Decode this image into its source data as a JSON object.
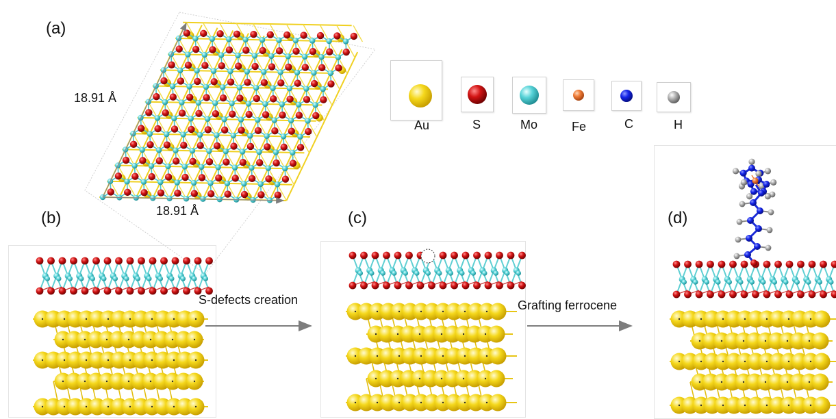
{
  "panels": {
    "a": {
      "label": "(a)",
      "dim_side": "18.91 Å",
      "dim_bottom": "18.91 Å"
    },
    "b": {
      "label": "(b)"
    },
    "c": {
      "label": "(c)"
    },
    "d": {
      "label": "(d)"
    }
  },
  "steps": [
    {
      "label": "S-defects creation"
    },
    {
      "label": "Grafting ferrocene"
    }
  ],
  "legend": [
    {
      "symbol": "Au",
      "color": "#f2d31b",
      "icon": "au-atom-icon"
    },
    {
      "symbol": "S",
      "color": "#c40f0f",
      "icon": "s-atom-icon"
    },
    {
      "symbol": "Mo",
      "color": "#4fd0d6",
      "icon": "mo-atom-icon"
    },
    {
      "symbol": "Fe",
      "color": "#ee7a35",
      "icon": "fe-atom-icon"
    },
    {
      "symbol": "C",
      "color": "#1020e6",
      "icon": "c-atom-icon"
    },
    {
      "symbol": "H",
      "color": "#9a9a9a",
      "icon": "h-atom-icon"
    }
  ]
}
